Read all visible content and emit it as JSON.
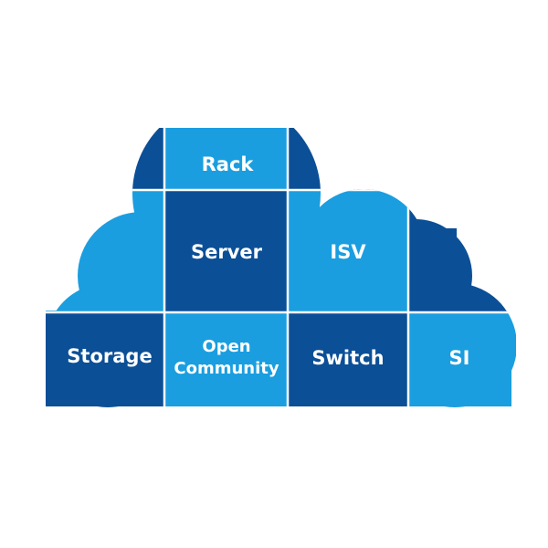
{
  "diagram": {
    "colors": {
      "dark_blue": "#0b4f96",
      "light_blue": "#1a9ee0",
      "divider": "#ffffff"
    },
    "cells": {
      "rack": {
        "label": "Rack",
        "color": "light_blue"
      },
      "server": {
        "label": "Server",
        "color": "dark_blue"
      },
      "isv": {
        "label": "ISV",
        "color": "light_blue"
      },
      "storage": {
        "label": "Storage",
        "color": "dark_blue"
      },
      "open_community_line1": {
        "label": "Open"
      },
      "open_community_line2": {
        "label": "Community"
      },
      "open_community": {
        "color": "light_blue"
      },
      "switch": {
        "label": "Switch",
        "color": "dark_blue"
      },
      "si": {
        "label": "SI",
        "color": "light_blue"
      }
    }
  }
}
